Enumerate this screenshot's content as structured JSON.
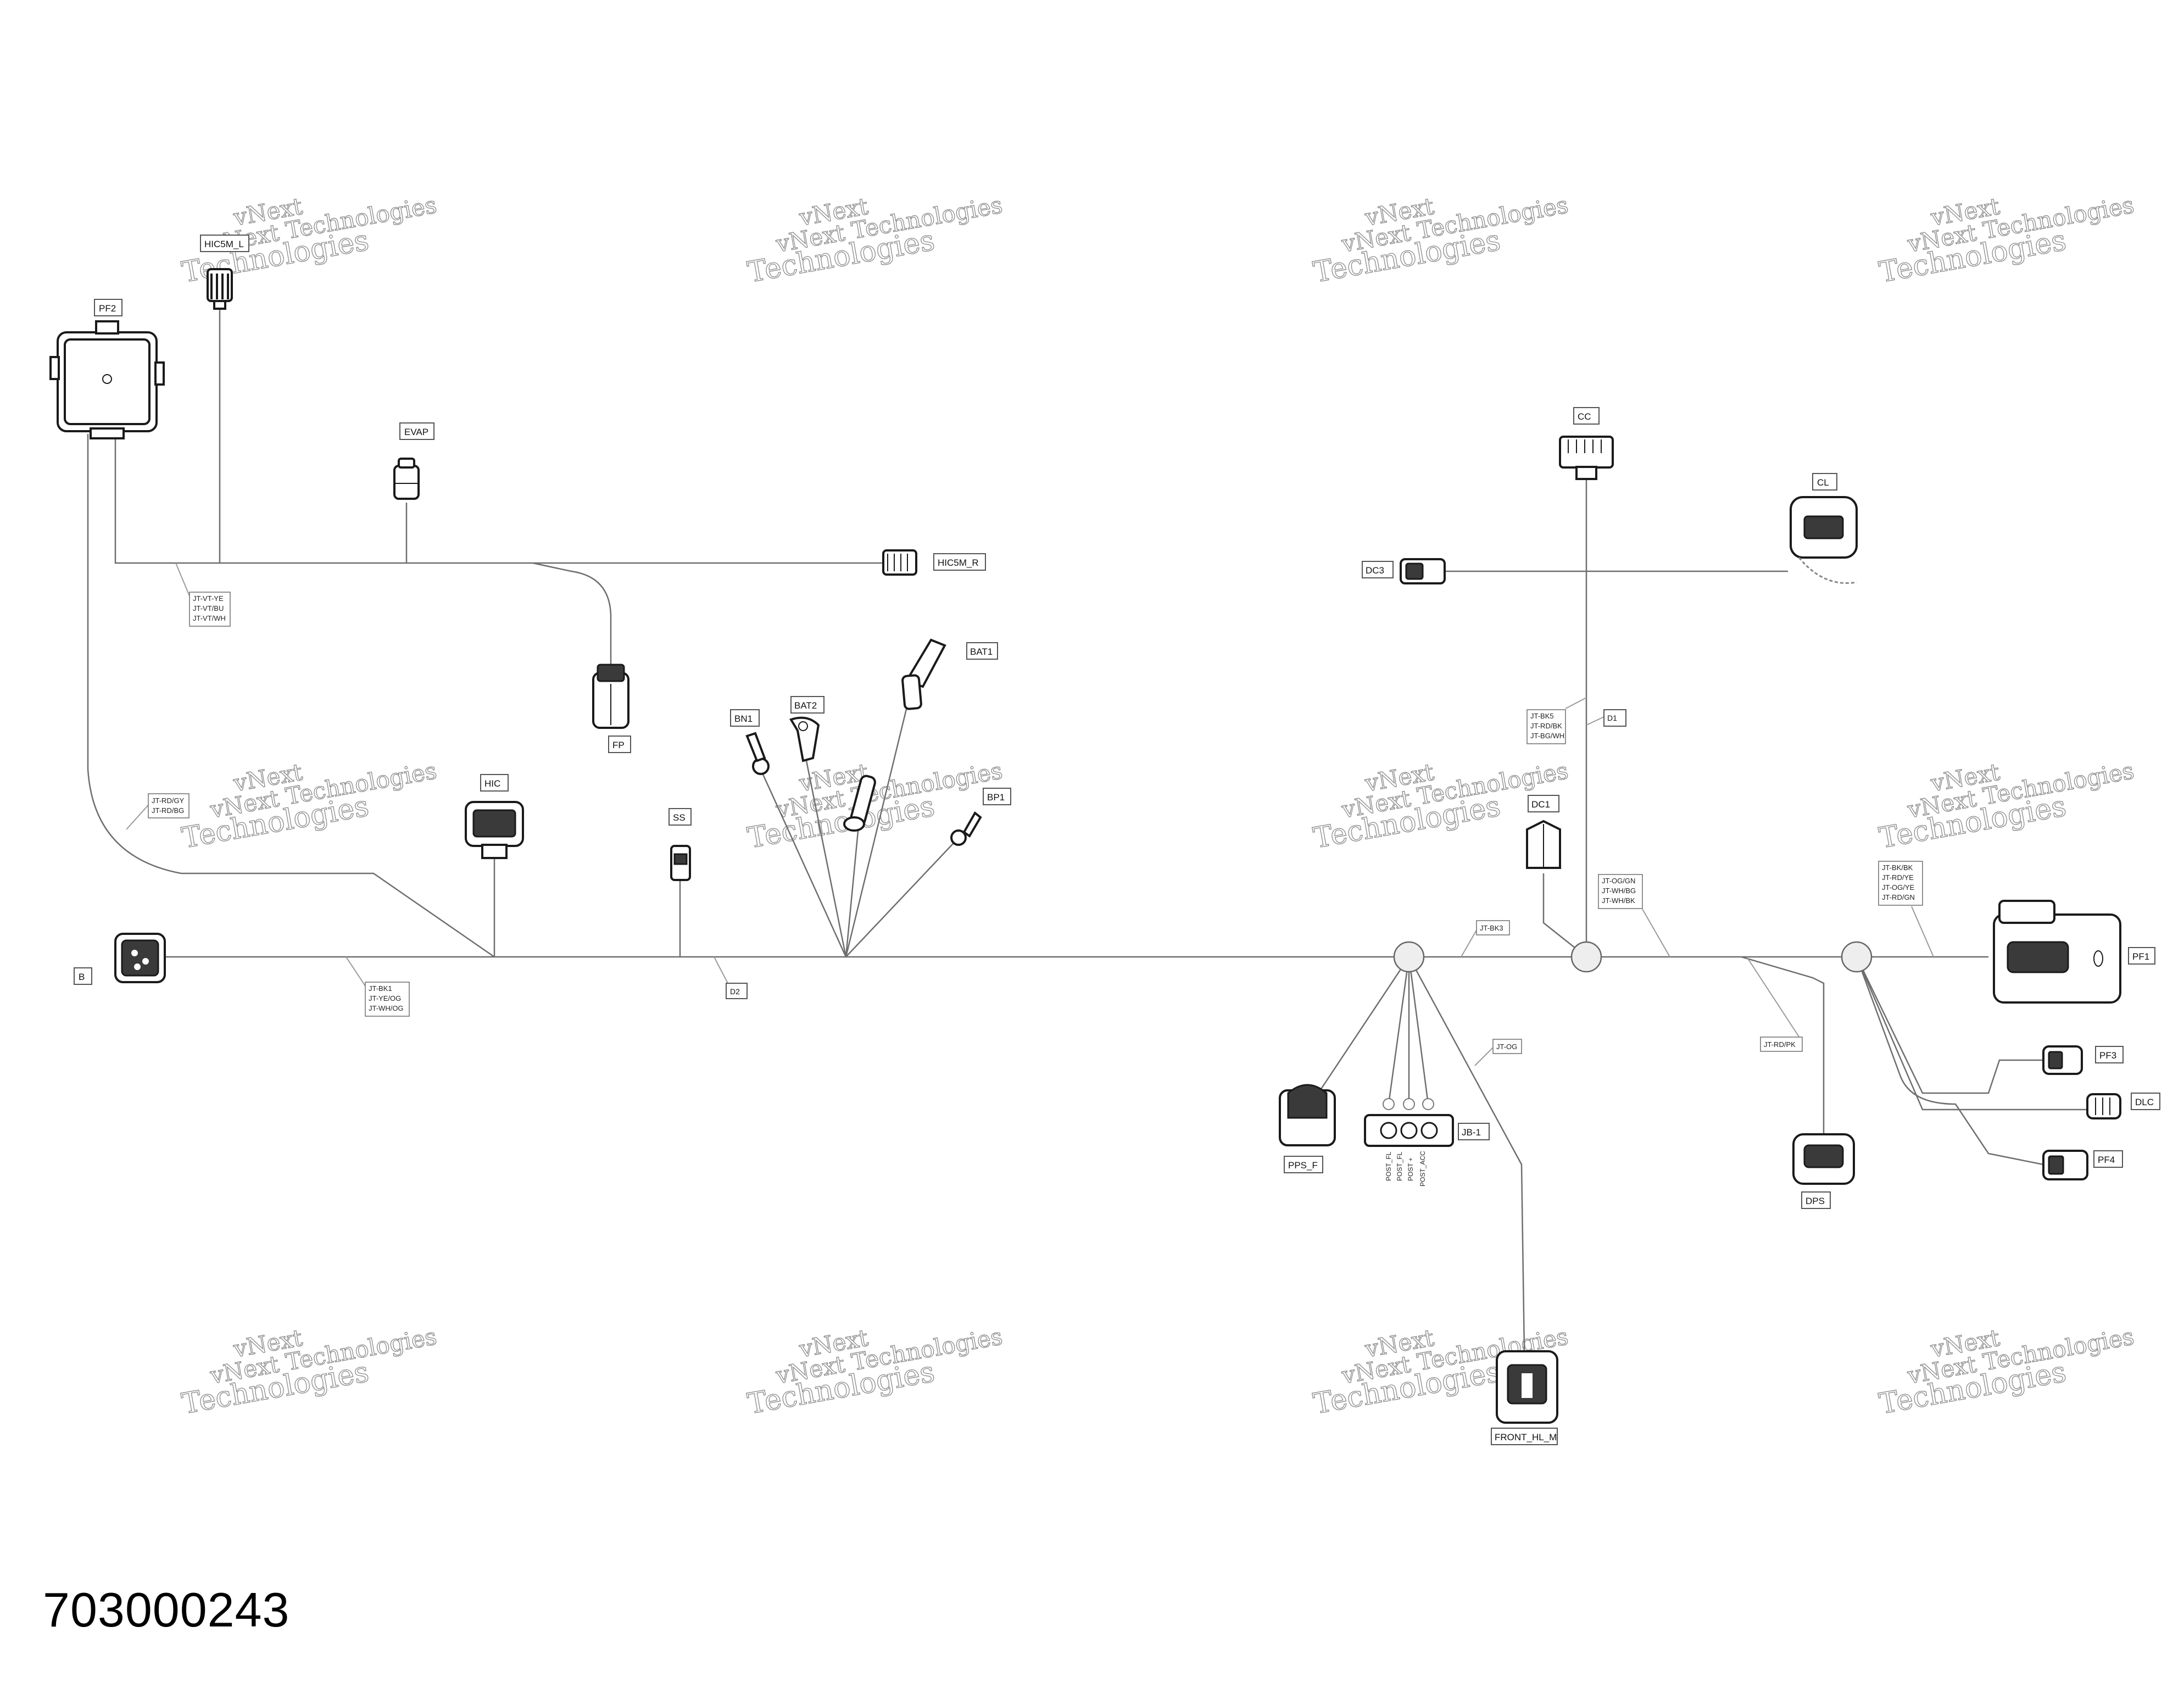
{
  "part_number": "703000243",
  "watermark": {
    "line1": "vNext",
    "line2": "vNext Technologies",
    "line3": "Technologies"
  },
  "components": {
    "PF2": "PF2",
    "HIC5M_L": "HIC5M_L",
    "EVAP": "EVAP",
    "HIC5M_R": "HIC5M_R",
    "FP": "FP",
    "BAT1": "BAT1",
    "BN1": "BN1",
    "BAT2": "BAT2",
    "BP1": "BP1",
    "HIC": "HIC",
    "SS": "SS",
    "B": "B",
    "CC": "CC",
    "CL": "CL",
    "DC3": "DC3",
    "D1": "D1",
    "DC1": "DC1",
    "PF1": "PF1",
    "PF3": "PF3",
    "DLC": "DLC",
    "PF4": "PF4",
    "DPS": "DPS",
    "PPS_F": "PPS_F",
    "JB1": "JB-1",
    "FRONT_HL_M": "FRONT_HL_M",
    "D2": "D2"
  },
  "wire_codes": {
    "hic5m": [
      "JT-VT-YE",
      "JT-VT/BU",
      "JT-VT/WH"
    ],
    "pf2": [
      "JT-RD/GY",
      "JT-RD/BG"
    ],
    "b": [
      "JT-BK1",
      "JT-YE/OG",
      "JT-WH/OG"
    ],
    "bk3": [
      "JT-BK3"
    ],
    "og": [
      "JT-OG"
    ],
    "d1": [
      "JT-BK5",
      "JT-RD/BK",
      "JT-BG/WH"
    ],
    "dc1": [
      "JT-OG/GN",
      "JT-WH/BG",
      "JT-WH/BK"
    ],
    "rdpk": [
      "JT-RD/PK"
    ],
    "pf1": [
      "JT-BK/BK",
      "JT-RD/YE",
      "JT-OG/YE",
      "JT-RD/GN"
    ]
  },
  "posts": [
    "POST_FL",
    "POST_FL",
    "POST +",
    "POST_ACC"
  ]
}
